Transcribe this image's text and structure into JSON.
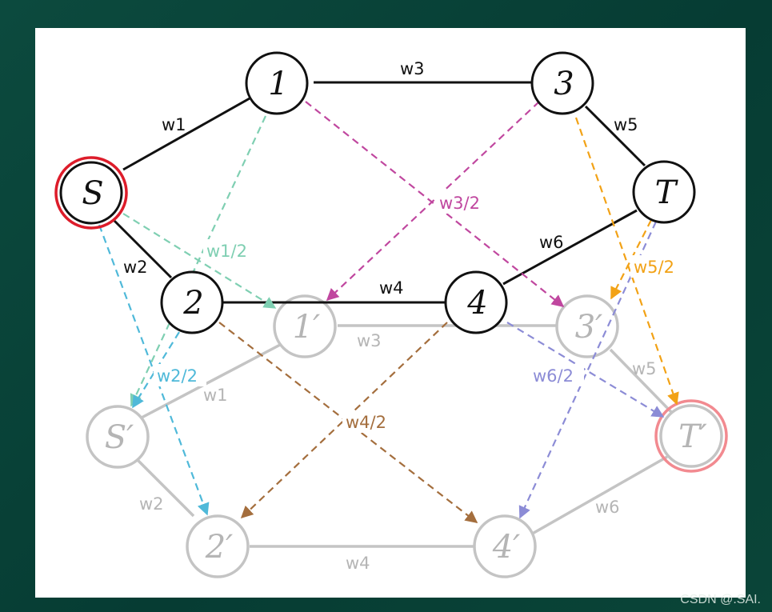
{
  "colors": {
    "primary_edge": "#111111",
    "ghost_edge": "#c4c4c4",
    "ghost_text": "#b5b5b5",
    "source_ring": "#dd1c2a",
    "target_ring_ghost": "#f28a90",
    "teal": "#7fcfb2",
    "cyan": "#4fb9d9",
    "magenta": "#c0479f",
    "orange": "#f2a216",
    "purple": "#8c8cd6",
    "brown": "#a46e3d"
  },
  "nodes": {
    "S": "S",
    "n1": "1",
    "n2": "2",
    "n3": "3",
    "n4": "4",
    "T": "T",
    "S_p": "S′",
    "n1_p": "1′",
    "n2_p": "2′",
    "n3_p": "3′",
    "n4_p": "4′",
    "T_p": "T′"
  },
  "edge_labels": {
    "w1": "w1",
    "w2": "w2",
    "w3": "w3",
    "w4": "w4",
    "w5": "w5",
    "w6": "w6",
    "w1_ghost": "w1",
    "w2_ghost": "w2",
    "w3_ghost": "w3",
    "w4_ghost": "w4",
    "w5_ghost": "w5",
    "w6_ghost": "w6"
  },
  "cross_labels": {
    "w1_half": "w1/2",
    "w2_half": "w2/2",
    "w3_half": "w3/2",
    "w4_half": "w4/2",
    "w5_half": "w5/2",
    "w6_half": "w6/2"
  },
  "watermark": "CSDN @.SAI."
}
